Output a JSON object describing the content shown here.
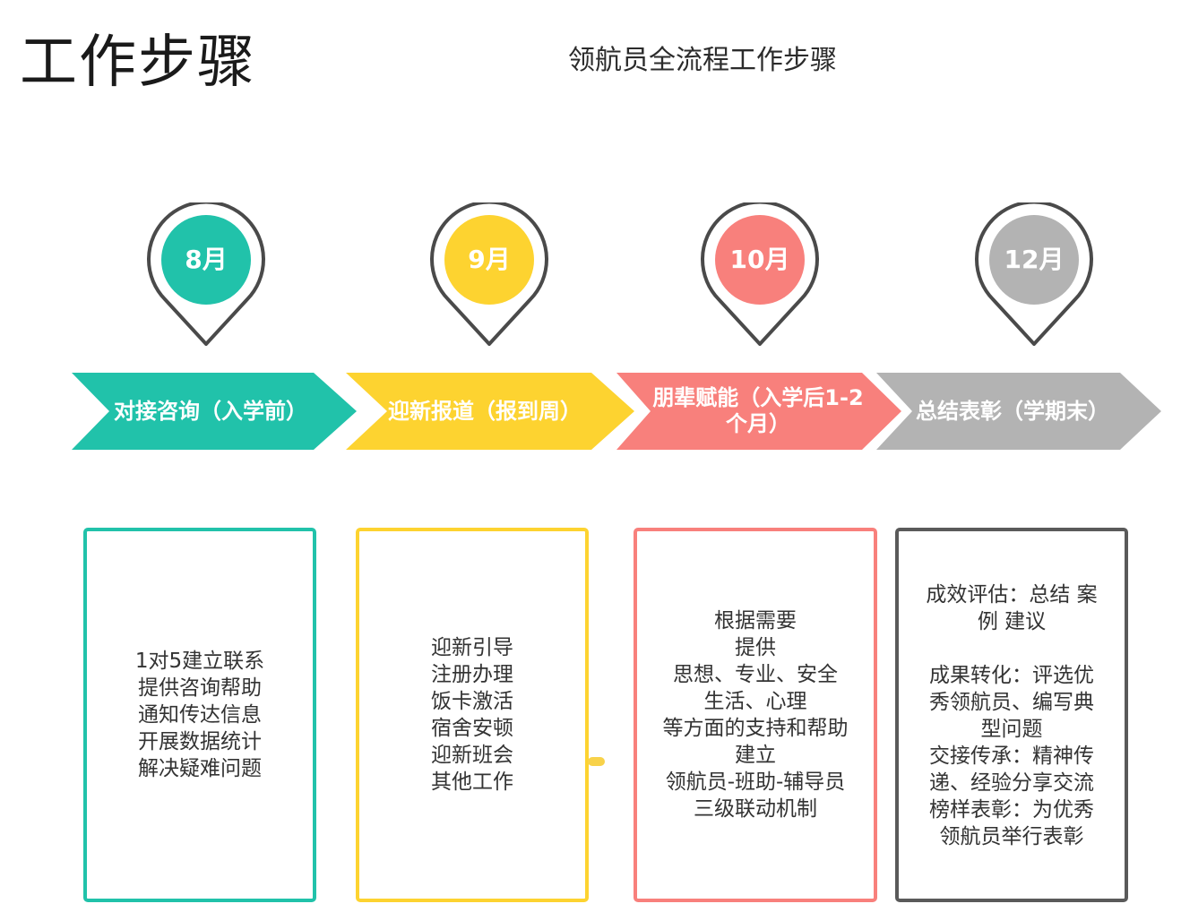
{
  "page": {
    "title": "工作步骤",
    "subtitle": "领航员全流程工作步骤"
  },
  "colors": {
    "teal": "#21c2aa",
    "yellow": "#fdd330",
    "coral": "#f8807c",
    "gray": "#b3b3b3",
    "pin_outline": "#4a4a4a",
    "card4_border": "#5a5a5a"
  },
  "stages": [
    {
      "month": "8月",
      "label": "对接咨询（入学前）",
      "color": "#21c2aa",
      "lines": [
        "1对5建立联系",
        "提供咨询帮助",
        "通知传达信息",
        "开展数据统计",
        "解决疑难问题"
      ]
    },
    {
      "month": "9月",
      "label": "迎新报道（报到周）",
      "color": "#fdd330",
      "lines": [
        "迎新引导",
        "注册办理",
        "饭卡激活",
        "宿舍安顿",
        "迎新班会",
        "其他工作"
      ]
    },
    {
      "month": "10月",
      "label": "朋辈赋能（入学后1-2个月）",
      "color": "#f8807c",
      "lines": [
        "根据需要",
        "提供",
        "思想、专业、安全",
        "生活、心理",
        "等方面的支持和帮助",
        "建立",
        "领航员-班助-辅导员",
        "三级联动机制"
      ]
    },
    {
      "month": "12月",
      "label": "总结表彰（学期末）",
      "color": "#b3b3b3",
      "lines": [
        "成效评估：总结 案例 建议",
        "",
        "成果转化：评选优秀领航员、编写典型问题",
        "交接传承：精神传递、经验分享交流",
        "榜样表彰：为优秀领航员举行表彰"
      ]
    }
  ]
}
